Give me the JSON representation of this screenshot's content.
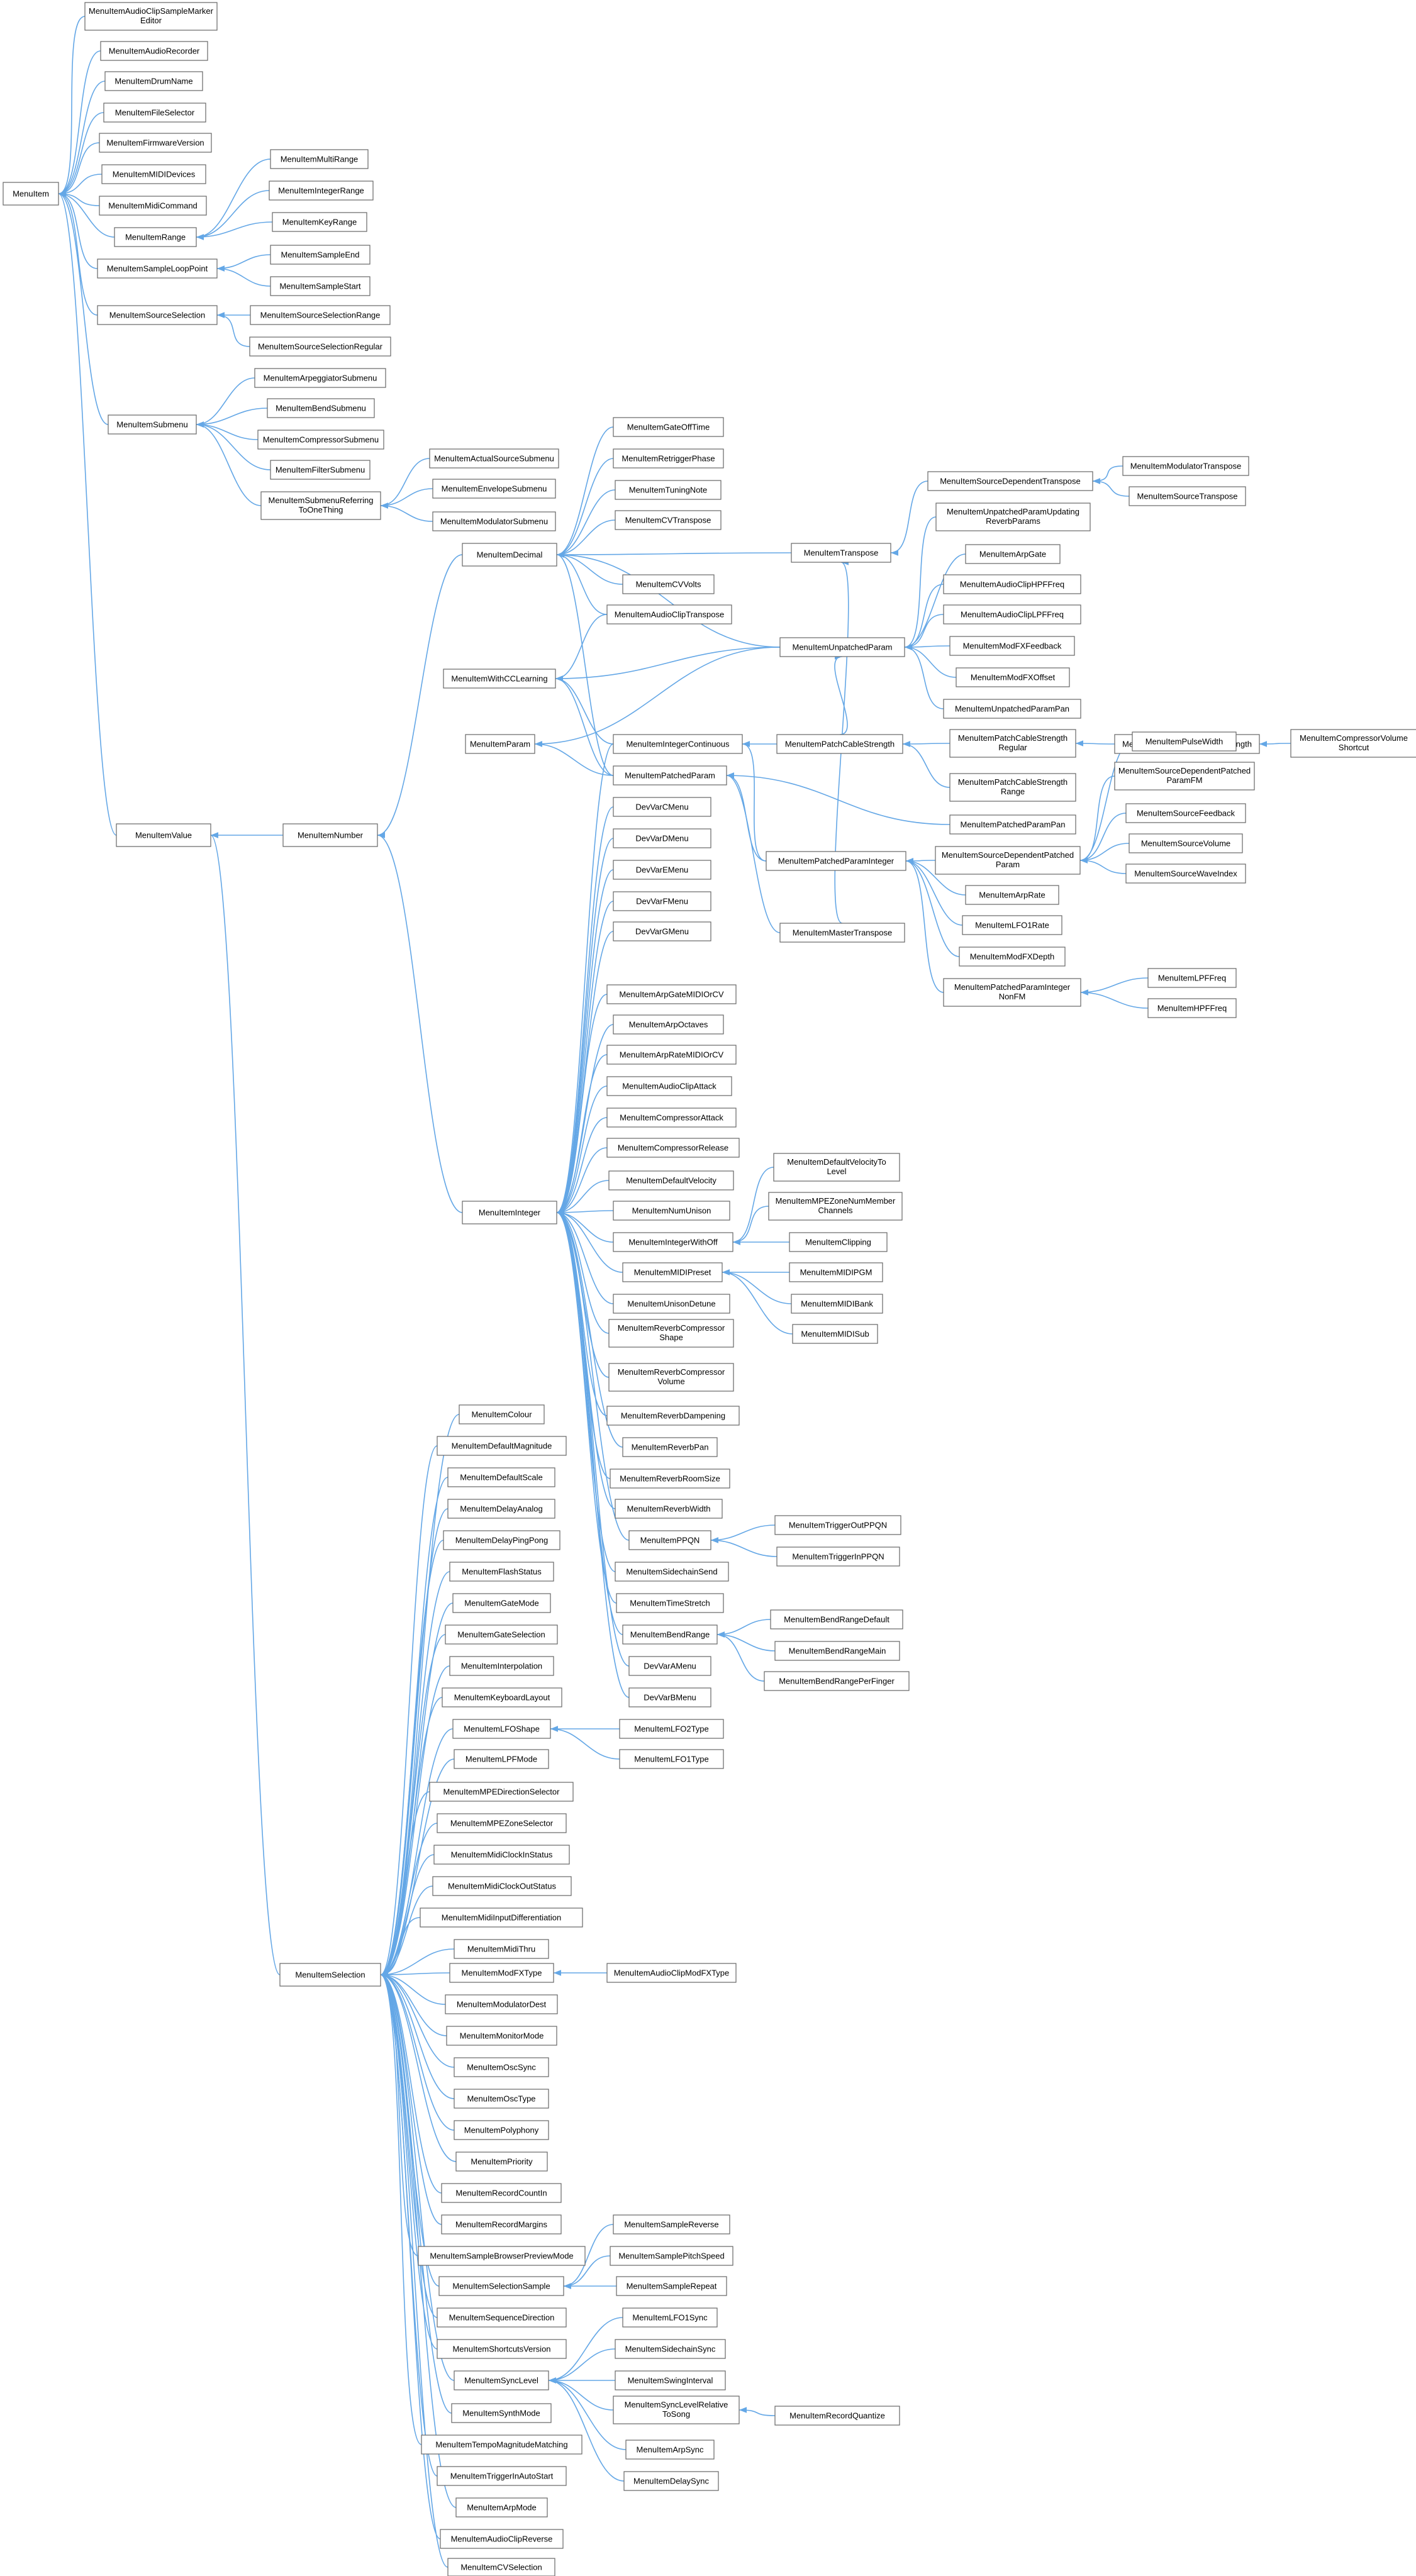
{
  "colors": {
    "edge": "#64a7e6",
    "node_border": "#666666",
    "node_fill": "#ffffff",
    "text": "#000000"
  },
  "nodes": {
    "menu_item": "MenuItem",
    "value": "MenuItemValue",
    "number": "MenuItemNumber",
    "decimal": "MenuItemDecimal",
    "integer": "MenuItemInteger",
    "selection": "MenuItemSelection",
    "audio_clip_sample_marker_editor": "MenuItemAudioClipSampleMarker Editor",
    "audio_recorder": "MenuItemAudioRecorder",
    "drum_name": "MenuItemDrumName",
    "file_selector": "MenuItemFileSelector",
    "firmware_version": "MenuItemFirmwareVersion",
    "midi_devices": "MenuItemMIDIDevices",
    "midi_command": "MenuItemMidiCommand",
    "range": "MenuItemRange",
    "multi_range": "MenuItemMultiRange",
    "integer_range": "MenuItemIntegerRange",
    "key_range": "MenuItemKeyRange",
    "sample_loop_point": "MenuItemSampleLoopPoint",
    "sample_end": "MenuItemSampleEnd",
    "sample_start": "MenuItemSampleStart",
    "source_selection": "MenuItemSourceSelection",
    "source_selection_range": "MenuItemSourceSelectionRange",
    "source_selection_regular": "MenuItemSourceSelectionRegular",
    "submenu": "MenuItemSubmenu",
    "arpeggiator_submenu": "MenuItemArpeggiatorSubmenu",
    "bend_submenu": "MenuItemBendSubmenu",
    "compressor_submenu": "MenuItemCompressorSubmenu",
    "filter_submenu": "MenuItemFilterSubmenu",
    "submenu_referring": "MenuItemSubmenuReferring ToOneThing",
    "actual_source_submenu": "MenuItemActualSourceSubmenu",
    "envelope_submenu": "MenuItemEnvelopeSubmenu",
    "modulator_submenu": "MenuItemModulatorSubmenu",
    "gate_off_time": "MenuItemGateOffTime",
    "retrigger_phase": "MenuItemRetriggerPhase",
    "tuning_note": "MenuItemTuningNote",
    "cv_transpose": "MenuItemCVTranspose",
    "cv_volts": "MenuItemCVVolts",
    "audio_clip_transpose": "MenuItemAudioClipTranspose",
    "transpose": "MenuItemTranspose",
    "source_dependent_transpose": "MenuItemSourceDependentTranspose",
    "modulator_transpose": "MenuItemModulatorTranspose",
    "source_transpose": "MenuItemSourceTranspose",
    "unpatched_param_updating_reverb": "MenuItemUnpatchedParamUpdating ReverbParams",
    "arp_gate": "MenuItemArpGate",
    "audio_clip_hpf_freq": "MenuItemAudioClipHPFFreq",
    "audio_clip_lpf_freq": "MenuItemAudioClipLPFFreq",
    "mod_fx_feedback": "MenuItemModFXFeedback",
    "mod_fx_offset": "MenuItemModFXOffset",
    "unpatched_param_pan": "MenuItemUnpatchedParamPan",
    "with_cc_learning": "MenuItemWithCCLearning",
    "unpatched_param": "MenuItemUnpatchedParam",
    "param": "MenuItemParam",
    "integer_continuous": "MenuItemIntegerContinuous",
    "patch_cable_strength": "MenuItemPatchCableStrength",
    "patch_cable_strength_regular": "MenuItemPatchCableStrength Regular",
    "fixed_patch_cable_strength": "MenuItemFixedPatchCableStrength",
    "compressor_volume_shortcut": "MenuItemCompressorVolume Shortcut",
    "patch_cable_strength_range": "MenuItemPatchCableStrength Range",
    "patched_param": "MenuItemPatchedParam",
    "patched_param_pan": "MenuItemPatchedParamPan",
    "patched_param_integer": "MenuItemPatchedParamInteger",
    "source_dependent_patched_param": "MenuItemSourceDependentPatched Param",
    "pulse_width": "MenuItemPulseWidth",
    "source_dependent_patched_param_fm": "MenuItemSourceDependentPatched ParamFM",
    "source_feedback": "MenuItemSourceFeedback",
    "source_volume": "MenuItemSourceVolume",
    "source_wave_index": "MenuItemSourceWaveIndex",
    "arp_rate": "MenuItemArpRate",
    "lfo1_rate": "MenuItemLFO1Rate",
    "mod_fx_depth": "MenuItemModFXDepth",
    "patched_param_integer_non_fm": "MenuItemPatchedParamInteger NonFM",
    "lpf_freq": "MenuItemLPFFreq",
    "hpf_freq": "MenuItemHPFFreq",
    "dev_var_c": "DevVarCMenu",
    "dev_var_d": "DevVarDMenu",
    "dev_var_e": "DevVarEMenu",
    "dev_var_f": "DevVarFMenu",
    "dev_var_g": "DevVarGMenu",
    "master_transpose": "MenuItemMasterTranspose",
    "arp_gate_midi_or_cv": "MenuItemArpGateMIDIOrCV",
    "arp_octaves": "MenuItemArpOctaves",
    "arp_rate_midi_or_cv": "MenuItemArpRateMIDIOrCV",
    "audio_clip_attack": "MenuItemAudioClipAttack",
    "compressor_attack": "MenuItemCompressorAttack",
    "compressor_release": "MenuItemCompressorRelease",
    "default_velocity": "MenuItemDefaultVelocity",
    "default_velocity_to_level": "MenuItemDefaultVelocityTo Level",
    "num_unison": "MenuItemNumUnison",
    "mpe_zone_num_member_channels": "MenuItemMPEZoneNumMember Channels",
    "integer_with_off": "MenuItemIntegerWithOff",
    "clipping": "MenuItemClipping",
    "midi_preset": "MenuItemMIDIPreset",
    "midi_pgm": "MenuItemMIDIPGM",
    "midi_bank": "MenuItemMIDIBank",
    "midi_sub": "MenuItemMIDISub",
    "unison_detune": "MenuItemUnisonDetune",
    "reverb_compressor_shape": "MenuItemReverbCompressor Shape",
    "reverb_compressor_volume": "MenuItemReverbCompressor Volume",
    "reverb_dampening": "MenuItemReverbDampening",
    "reverb_pan": "MenuItemReverbPan",
    "reverb_room_size": "MenuItemReverbRoomSize",
    "reverb_width": "MenuItemReverbWidth",
    "ppqn": "MenuItemPPQN",
    "trigger_out_ppqn": "MenuItemTriggerOutPPQN",
    "trigger_in_ppqn": "MenuItemTriggerInPPQN",
    "sidechain_send": "MenuItemSidechainSend",
    "time_stretch": "MenuItemTimeStretch",
    "bend_range": "MenuItemBendRange",
    "bend_range_default": "MenuItemBendRangeDefault",
    "bend_range_main": "MenuItemBendRangeMain",
    "bend_range_per_finger": "MenuItemBendRangePerFinger",
    "dev_var_a": "DevVarAMenu",
    "dev_var_b": "DevVarBMenu",
    "colour": "MenuItemColour",
    "default_magnitude": "MenuItemDefaultMagnitude",
    "default_scale": "MenuItemDefaultScale",
    "delay_analog": "MenuItemDelayAnalog",
    "delay_ping_pong": "MenuItemDelayPingPong",
    "flash_status": "MenuItemFlashStatus",
    "gate_mode": "MenuItemGateMode",
    "gate_selection": "MenuItemGateSelection",
    "interpolation": "MenuItemInterpolation",
    "keyboard_layout": "MenuItemKeyboardLayout",
    "lfo_shape": "MenuItemLFOShape",
    "lfo2_type": "MenuItemLFO2Type",
    "lfo1_type": "MenuItemLFO1Type",
    "lpf_mode": "MenuItemLPFMode",
    "mpe_direction_selector": "MenuItemMPEDirectionSelector",
    "mpe_zone_selector": "MenuItemMPEZoneSelector",
    "midi_clock_in_status": "MenuItemMidiClockInStatus",
    "midi_clock_out_status": "MenuItemMidiClockOutStatus",
    "midi_input_differentiation": "MenuItemMidiInputDifferentiation",
    "midi_thru": "MenuItemMidiThru",
    "mod_fx_type": "MenuItemModFXType",
    "audio_clip_mod_fx_type": "MenuItemAudioClipModFXType",
    "modulator_dest": "MenuItemModulatorDest",
    "monitor_mode": "MenuItemMonitorMode",
    "osc_sync": "MenuItemOscSync",
    "osc_type": "MenuItemOscType",
    "polyphony": "MenuItemPolyphony",
    "priority": "MenuItemPriority",
    "record_count_in": "MenuItemRecordCountIn",
    "record_margins": "MenuItemRecordMargins",
    "sample_browser_preview_mode": "MenuItemSampleBrowserPreviewMode",
    "selection_sample": "MenuItemSelectionSample",
    "sample_reverse": "MenuItemSampleReverse",
    "sample_pitch_speed": "MenuItemSamplePitchSpeed",
    "sample_repeat": "MenuItemSampleRepeat",
    "sequence_direction": "MenuItemSequenceDirection",
    "shortcuts_version": "MenuItemShortcutsVersion",
    "sync_level": "MenuItemSyncLevel",
    "lfo1_sync": "MenuItemLFO1Sync",
    "sidechain_sync": "MenuItemSidechainSync",
    "swing_interval": "MenuItemSwingInterval",
    "sync_level_relative_to_song": "MenuItemSyncLevelRelative ToSong",
    "record_quantize": "MenuItemRecordQuantize",
    "arp_sync": "MenuItemArpSync",
    "delay_sync": "MenuItemDelaySync",
    "synth_mode": "MenuItemSynthMode",
    "tempo_magnitude_matching": "MenuItemTempoMagnitudeMatching",
    "trigger_in_auto_start": "MenuItemTriggerInAutoStart",
    "arp_mode": "MenuItemArpMode",
    "audio_clip_reverse": "MenuItemAudioClipReverse",
    "cv_selection": "MenuItemCVSelection"
  }
}
